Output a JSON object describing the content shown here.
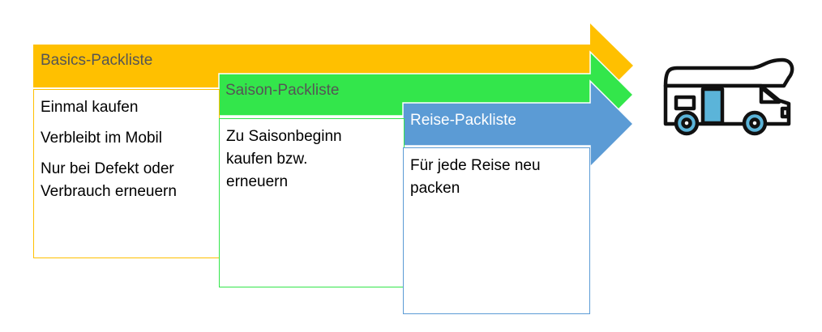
{
  "lists": [
    {
      "title": "Basics-Packliste",
      "color": "#FFC000",
      "items": [
        "Einmal kaufen",
        "Verbleibt im Mobil",
        "Nur bei Defekt oder Verbrauch erneuern"
      ]
    },
    {
      "title": "Saison-Packliste",
      "color": "#33E64B",
      "items": [
        "Zu Saisonbeginn kaufen bzw. erneuern"
      ]
    },
    {
      "title": "Reise-Packliste",
      "color": "#5B9BD5",
      "items": [
        "Für jede Reise neu packen"
      ]
    }
  ],
  "icon": {
    "name": "camper-van-icon",
    "accent": "#5BB4D9"
  }
}
